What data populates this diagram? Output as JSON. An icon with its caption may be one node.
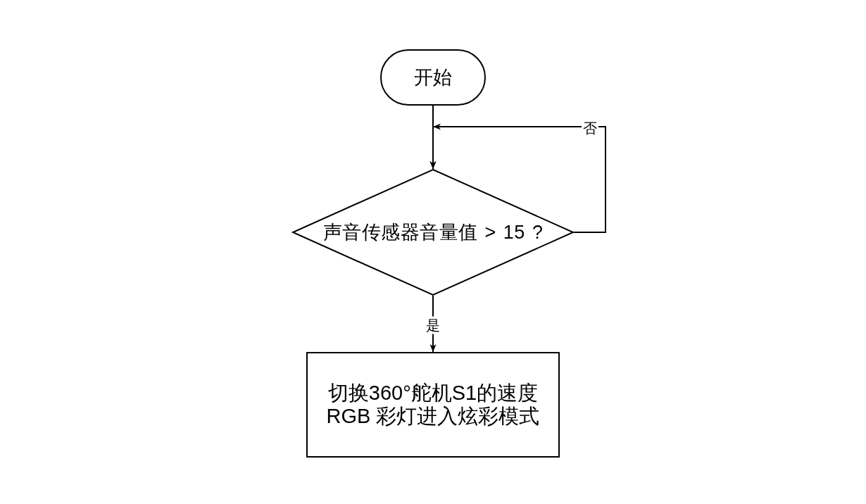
{
  "diagram": {
    "nodes": [
      {
        "text": [
          "开始"
        ]
      },
      {
        "text": [
          "声音传感器音量值 > 15 ?"
        ]
      },
      {
        "text": [
          "切换360°舵机S1的速度RGB 彩灯进入炫彩模式"
        ]
      }
    ],
    "edges": [
      {
        "from": 0,
        "to": 1,
        "arrow": "to"
      },
      {
        "from": 1,
        "to": 1,
        "label": "否",
        "arrow": "to"
      },
      {
        "from": 1,
        "to": 2,
        "label": "是",
        "arrow": "to"
      }
    ]
  }
}
